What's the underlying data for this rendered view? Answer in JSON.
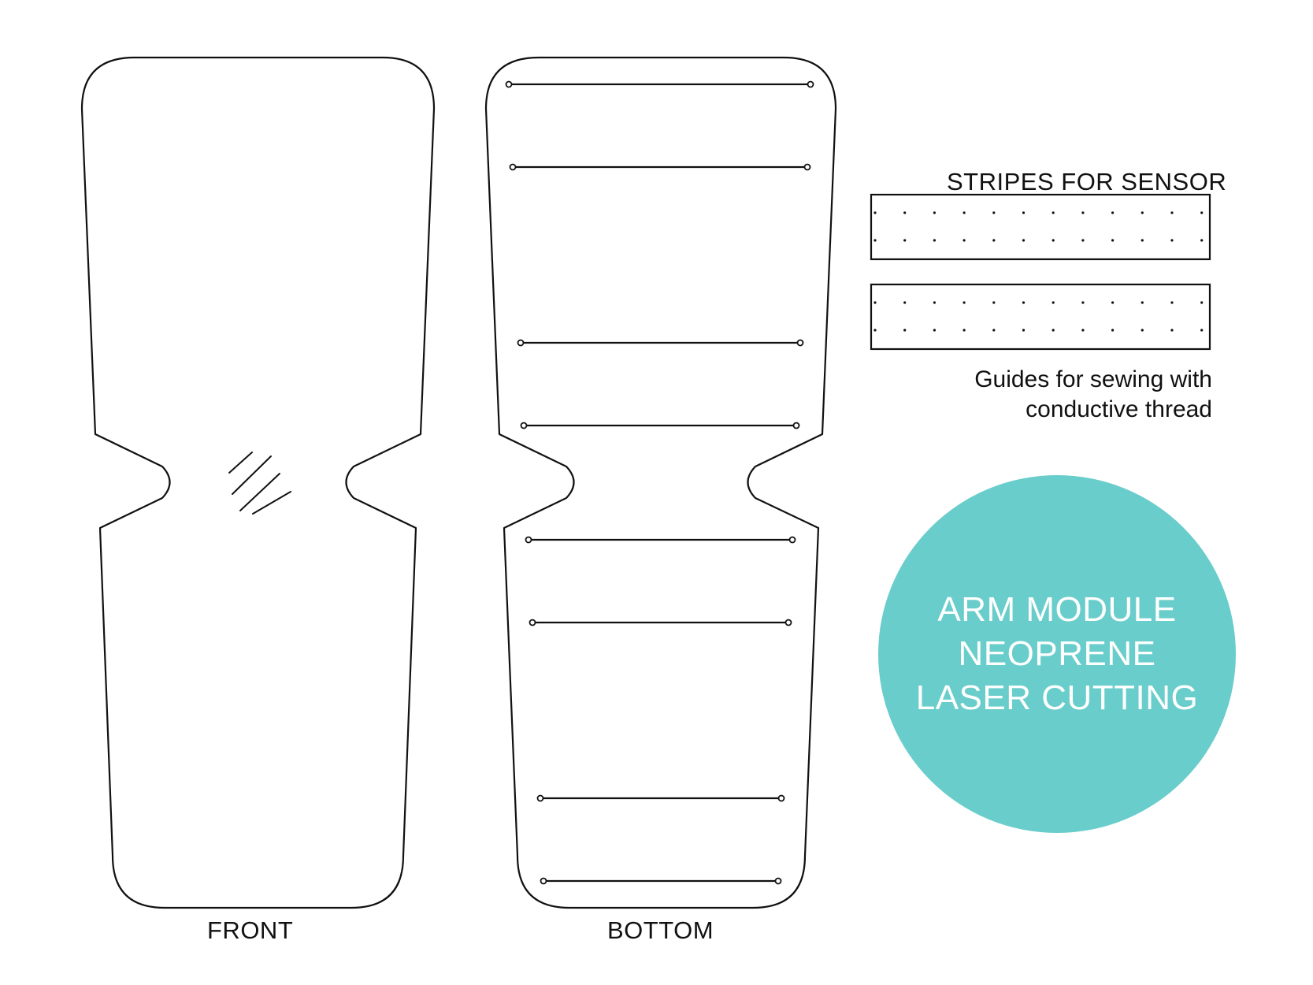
{
  "pieces": {
    "front": {
      "label": "FRONT"
    },
    "bottom": {
      "label": "BOTTOM",
      "seam_lines": 8
    }
  },
  "stripes": {
    "title": "STRIPES FOR SENSOR",
    "count": 2,
    "dot_rows": 2,
    "dots_per_row": 12,
    "note_line1": "Guides for sewing with",
    "note_line2": "conductive thread"
  },
  "badge": {
    "line1": "ARM MODULE",
    "line2": "NEOPRENE",
    "line3": "LASER CUTTING",
    "color": "#69CDCB"
  },
  "colors": {
    "outline": "#111111",
    "background": "#ffffff"
  }
}
